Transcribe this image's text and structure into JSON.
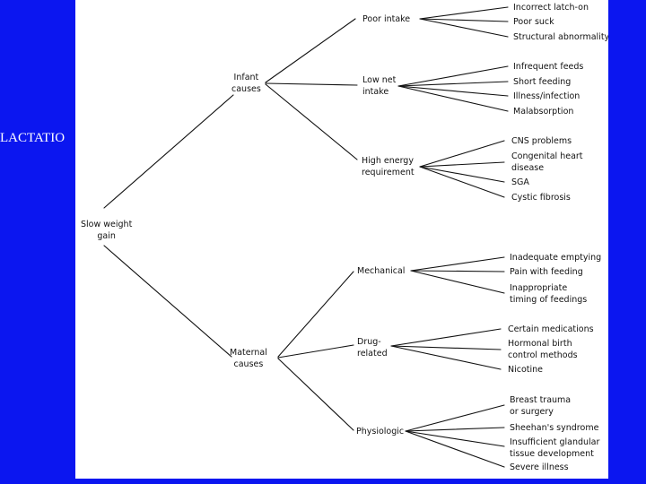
{
  "slide": {
    "title_fragment": "LACTATIO"
  },
  "diagram": {
    "root": [
      "Slow weight",
      "gain"
    ],
    "infant": {
      "label": [
        "Infant",
        "causes"
      ],
      "groups": [
        {
          "label": [
            "Poor intake"
          ],
          "causes": [
            "Incorrect latch-on",
            "Poor suck",
            "Structural abnormality"
          ]
        },
        {
          "label": [
            "Low net",
            "intake"
          ],
          "causes": [
            "Infrequent feeds",
            "Short feeding",
            "Illness/infection",
            "Malabsorption"
          ]
        },
        {
          "label": [
            "High energy",
            "requirement"
          ],
          "causes": [
            "CNS problems",
            "Congenital heart",
            "disease",
            "SGA",
            "Cystic fibrosis"
          ]
        }
      ]
    },
    "maternal": {
      "label": [
        "Maternal",
        "causes"
      ],
      "groups": [
        {
          "label": [
            "Mechanical"
          ],
          "causes": [
            "Inadequate emptying",
            "Pain with feeding",
            "Inappropriate",
            "timing of feedings"
          ]
        },
        {
          "label": [
            "Drug-",
            "related"
          ],
          "causes": [
            "Certain medications",
            "Hormonal birth",
            "control methods",
            "Nicotine"
          ]
        },
        {
          "label": [
            "Physiologic"
          ],
          "causes": [
            "Breast trauma",
            "or surgery",
            "Sheehan's syndrome",
            "Insufficient glandular",
            "tissue development",
            "Severe illness"
          ]
        }
      ]
    }
  }
}
